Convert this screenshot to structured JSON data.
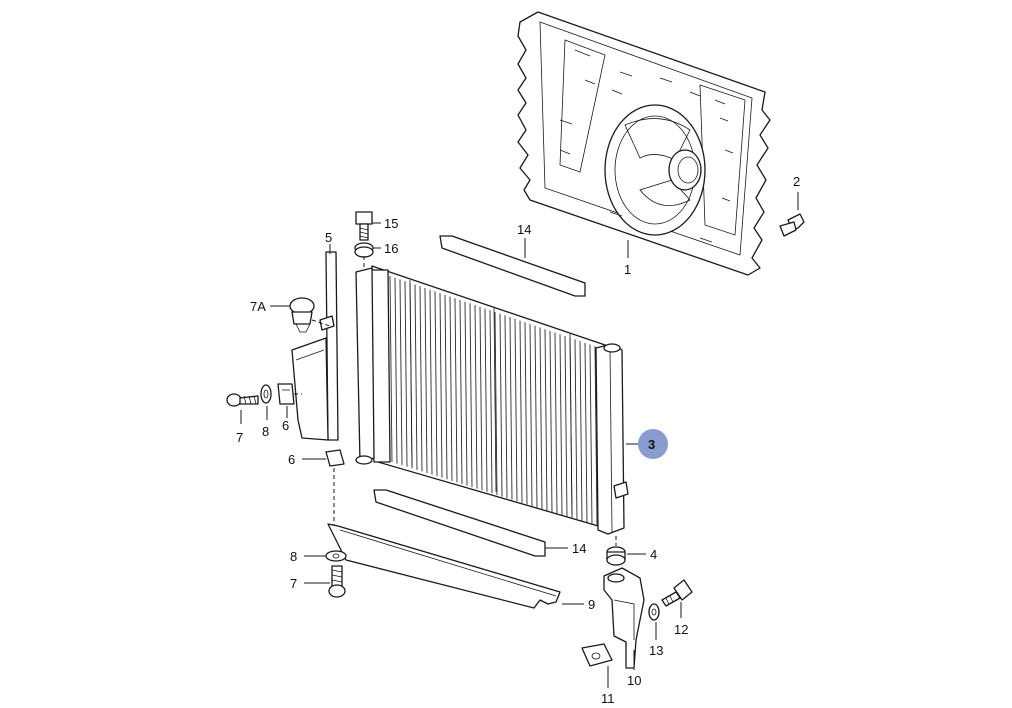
{
  "callouts": {
    "c1": "1",
    "c2": "2",
    "c3": "3",
    "c4": "4",
    "c5": "5",
    "c6a": "6",
    "c6b": "6",
    "c7a": "7",
    "c7b": "7",
    "c7A": "7A",
    "c8a": "8",
    "c8b": "8",
    "c9": "9",
    "c10": "10",
    "c11": "11",
    "c12": "12",
    "c13": "13",
    "c14a": "14",
    "c14b": "14",
    "c15": "15",
    "c16": "16"
  },
  "highlight": {
    "callout": "3",
    "color": "#8a9bd0"
  },
  "colors": {
    "line": "#1a1a1a",
    "paper": "#ffffff"
  }
}
